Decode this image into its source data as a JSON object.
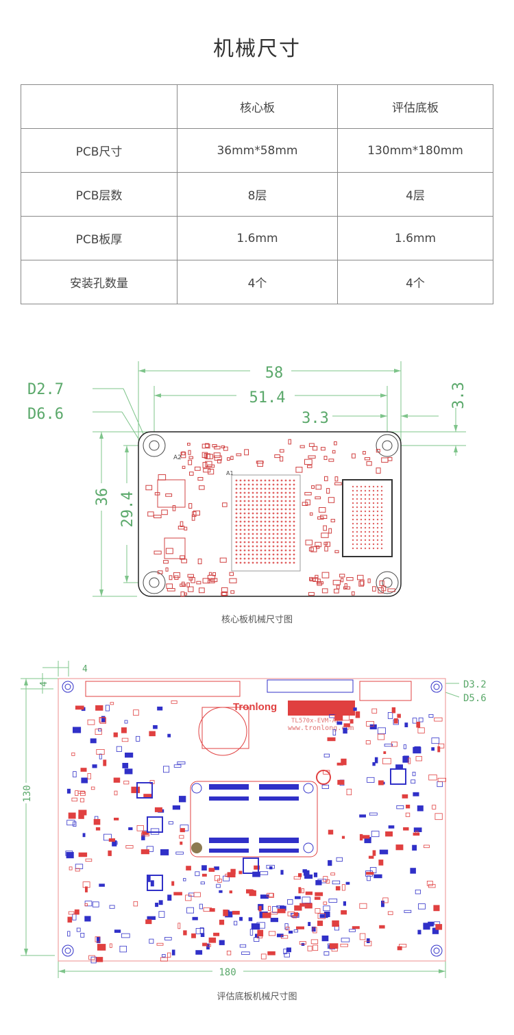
{
  "page_title": "机械尺寸",
  "table": {
    "header": [
      "",
      "核心板",
      "评估底板"
    ],
    "rows": [
      [
        "PCB尺寸",
        "36mm*58mm",
        "130mm*180mm"
      ],
      [
        "PCB层数",
        "8层",
        "4层"
      ],
      [
        "PCB板厚",
        "1.6mm",
        "1.6mm"
      ],
      [
        "安装孔数量",
        "4个",
        "4个"
      ]
    ]
  },
  "core_diagram": {
    "caption": "核心板机械尺寸图",
    "dims": {
      "width": "58",
      "hole_span": "51.4",
      "edge_offset": "3.3",
      "edge_offset_v": "3.3",
      "height": "36",
      "hole_span_v": "29.4",
      "drill": "D2.7",
      "pad": "D6.6"
    },
    "labels": {
      "a2": "A2",
      "a1": "A1"
    }
  },
  "base_diagram": {
    "caption": "评估底板机械尺寸图",
    "dims": {
      "offset_h": "4",
      "offset_v": "4",
      "height": "130",
      "width": "180",
      "drill": "D3.2",
      "pad": "D5.6"
    },
    "labels": {
      "brand": "Tronlong",
      "model": "TL570x-EVM-A2",
      "url": "www.tronlong.com"
    }
  },
  "colors": {
    "dimension": "#5aa86a",
    "board_outline": "#222222",
    "silk_red": "#e04040",
    "silk_blue": "#3030c8"
  }
}
